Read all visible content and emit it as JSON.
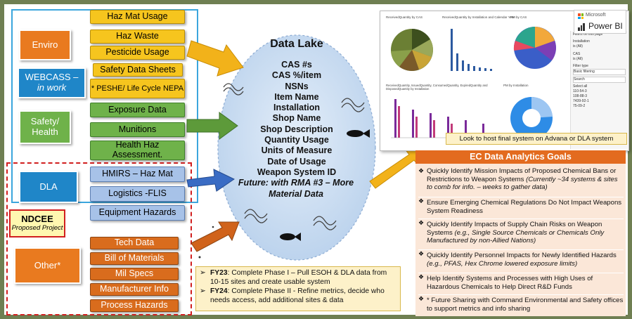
{
  "categories": {
    "enviro": "Enviro",
    "webcass": "WEBCASS –",
    "webcass_note": "in work",
    "safety_health": "Safety/ Health",
    "dla": "DLA",
    "ndcee": "NDCEE",
    "ndcee_note": "Proposed Project",
    "other": "Other*"
  },
  "enviro_items": [
    "Haz Mat Usage",
    "Haz Waste",
    "Pesticide Usage",
    "Safety Data Sheets",
    "* PESHE/ Life Cycle NEPA"
  ],
  "safety_items": [
    "Exposure Data",
    "Munitions",
    "Health Haz Assessment."
  ],
  "dla_items": [
    "HMIRS – Haz Mat",
    "Logistics -FLIS",
    "Equipment Hazards"
  ],
  "other_items": [
    "Tech Data",
    "Bill of Materials",
    "Mil Specs",
    "Manufacturer Info",
    "Process Hazards"
  ],
  "data_lake": {
    "title": "Data Lake",
    "fields": [
      "CAS #s",
      "CAS %/item",
      "NSNs",
      "Item Name",
      "Installation",
      "Shop Name",
      "Shop Description",
      "Quantity Usage",
      "Units of Measure",
      "Date of Usage",
      "Weapon System ID"
    ],
    "future": "Future: with RMA #3 – More Material Data"
  },
  "powerbi": {
    "brand_top": "Microsoft",
    "brand": "Power BI",
    "chart_titles": [
      "ReceivedQuantity by CAS",
      "ReceivedQuantity by Installation and Calendar Year",
      "PM by CAS",
      "ReceivedQuantity, IssuedQuantity, ConsumedQuantity, ExpiredQuantity and DisposedQuantity by Installation",
      "PM by Installation"
    ],
    "filter_labels": [
      "Filters on this page",
      "Installation",
      "is (All)",
      "CAS",
      "is (All)",
      "Filter type",
      "Basic filtering",
      "Search",
      "Select all"
    ],
    "filter_values": [
      "110-54-3",
      "108-88-3",
      "7439-92-1",
      "75-09-2"
    ],
    "callout": "Look to host final system on Advana or DLA system"
  },
  "goals": {
    "title": "EC Data Analytics Goals",
    "items": [
      {
        "text": "Quickly Identify Mission Impacts of Proposed Chemical Bans or Restrictions to Weapon Systems",
        "italic": " (Currently ~34 systems & sites to comb for info. – weeks to gather data)"
      },
      {
        "text": "Ensure Emerging Chemical Regulations Do Not Impact Weapons System Readiness",
        "italic": ""
      },
      {
        "text": "Quickly Identify Impacts of Supply Chain Risks on Weapon Systems",
        "italic": " (e.g., Single Source Chemicals or Chemicals Only Manufactured by non-Allied Nations)"
      },
      {
        "text": "Quickly Identify Personnel Impacts for Newly Identified Hazards",
        "italic": " (e.g., PFAS, Hex Chrome lowered exposure limits)"
      },
      {
        "text": "Help Identify Systems and Processes with High Uses of Hazardous Chemicals to Help Direct R&D Funds",
        "italic": ""
      },
      {
        "text": "* Future Sharing with Command Environmental and Safety offices to support metrics and info sharing",
        "italic": ""
      }
    ]
  },
  "phases": {
    "fy23_label": "FY23",
    "fy23_text": ": Complete Phase I – Pull ESOH & DLA data from 10-15 sites and create usable system",
    "fy24_label": "FY24",
    "fy24_text": ": Complete Phase II - Refine metrics, decide who needs access, add additional sites & data"
  },
  "colors": {
    "category_blue": "#1f86c8",
    "enviro_orange": "#e97a1f",
    "yellow_item": "#f6c51e",
    "green_item": "#6fb24a",
    "blue_item": "#a7c2e8",
    "orange_item": "#d96c1d",
    "lake_fill": "#cfe0f1",
    "goals_header": "#e36b1f",
    "goals_bg": "#fbe7d8"
  },
  "icons": [
    "wave-icon",
    "fish-icon",
    "bullet-diamond-icon",
    "microsoft-logo-icon",
    "powerbi-icon"
  ]
}
